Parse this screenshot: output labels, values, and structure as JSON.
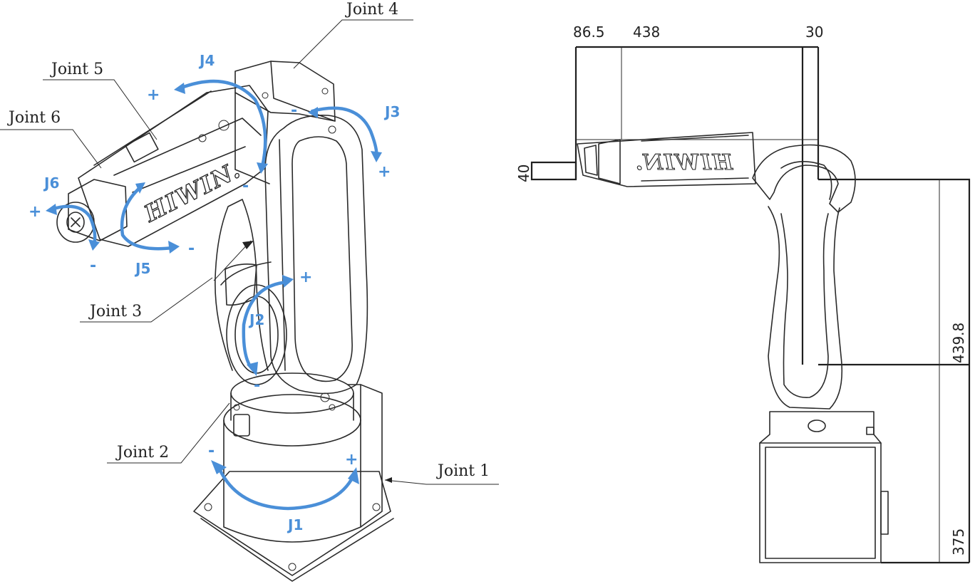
{
  "brand": "HIWIN.",
  "joints": {
    "callouts": [
      "Joint 1",
      "Joint 2",
      "Joint 3",
      "Joint 4",
      "Joint 5",
      "Joint 6"
    ],
    "axes": [
      "J1",
      "J2",
      "J3",
      "J4",
      "J5",
      "J6"
    ],
    "plus": "+",
    "minus": "-"
  },
  "dimensions": {
    "top_left": "86.5",
    "top_mid": "438",
    "top_right": "30",
    "left_side": "40",
    "right_upper": "439.8",
    "right_lower": "375"
  },
  "colors": {
    "axis_arrow": "#4a8fd8",
    "line": "#2a2a2a"
  }
}
